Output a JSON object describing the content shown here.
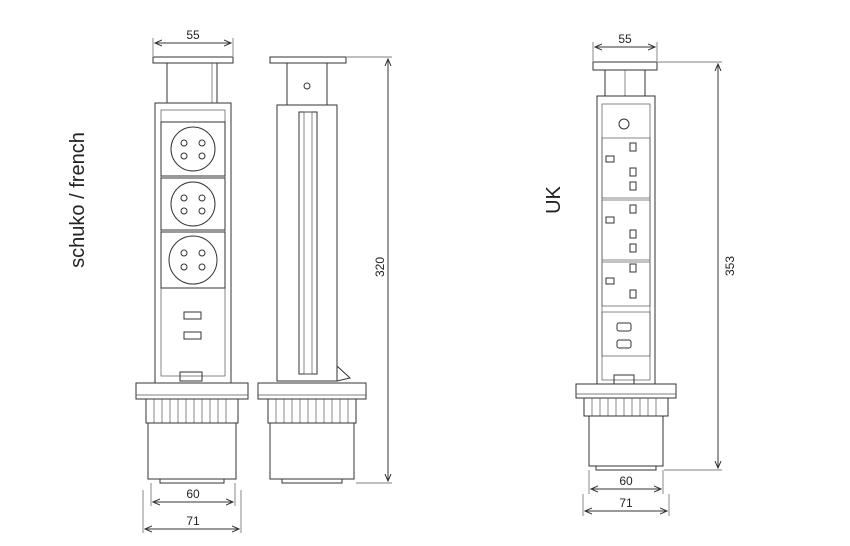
{
  "labels": {
    "schuko_french": "schuko / french",
    "uk": "UK"
  },
  "dimensions": {
    "front_top_width": "55",
    "front_inner_width": "60",
    "front_base_width": "71",
    "side_height": "320",
    "uk_top_width": "55",
    "uk_height": "353",
    "uk_inner_width": "60",
    "uk_base_width": "71"
  },
  "colors": {
    "line": "#333333",
    "body_fill": "#f2f2f2",
    "socket_fill": "#e6e6e6",
    "dark_fill": "#bdbdbd"
  }
}
